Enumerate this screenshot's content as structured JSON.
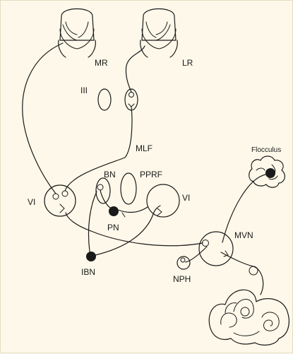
{
  "labels": {
    "mr": "MR",
    "lr": "LR",
    "iii": "III",
    "mlf": "MLF",
    "flocculus": "Flocculus",
    "bn": "BN",
    "pprf": "PPRF",
    "vi_left": "VI",
    "vi_right": "VI",
    "pn": "PN",
    "mvn": "MVN",
    "ibn": "IBN",
    "nph": "NPH"
  },
  "colors": {
    "background": "#fdf8e9",
    "ink": "#1a1a1a"
  }
}
